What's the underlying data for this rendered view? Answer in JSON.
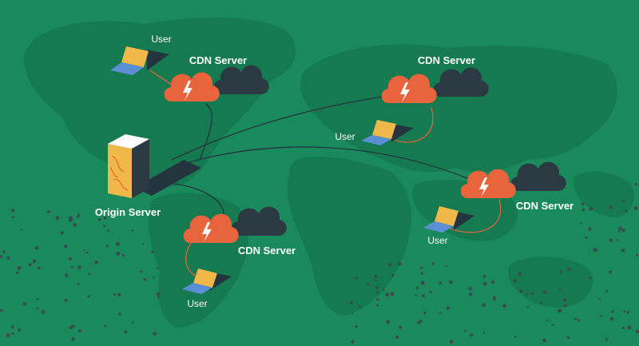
{
  "colors": {
    "background": "#1a8a5c",
    "land": "#157a4f",
    "cloud": "#e8643c",
    "cloud_shadow": "#2b3a42",
    "bolt": "#ffffff",
    "laptop_screen": "#f0b848",
    "laptop_base": "#5a8fd6",
    "link_dark": "#24343e",
    "link_orange": "#e8643c",
    "tower_face": "#f0b848",
    "tower_side": "#2b3a42",
    "tower_top": "#ffffff",
    "dots": "#3b4a50"
  },
  "icons": {
    "cdn_server": "cloud-lightning-icon",
    "user": "laptop-icon",
    "origin": "server-tower-icon"
  },
  "diagram": {
    "origin": {
      "label": "Origin Server"
    },
    "cdn_nodes": [
      {
        "label": "CDN Server",
        "user_label": "User"
      },
      {
        "label": "CDN Server",
        "user_label": "User"
      },
      {
        "label": "CDN Server",
        "user_label": "User"
      },
      {
        "label": "CDN Server",
        "user_label": "User"
      }
    ]
  }
}
